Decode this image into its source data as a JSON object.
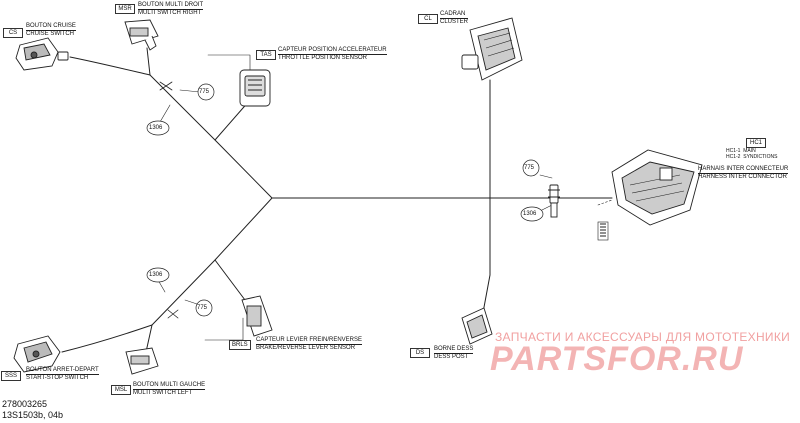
{
  "components": [
    {
      "key": "cs",
      "code": "CS",
      "fr": "BOUTON CRUISE",
      "en": "CRUISE SWITCH"
    },
    {
      "key": "msr",
      "code": "MSR",
      "fr": "BOUTON MULTI DROIT",
      "en": "MULTI SWITCH RIGHT"
    },
    {
      "key": "tas",
      "code": "TAS",
      "fr": "CAPTEUR POSITION ACCELERATEUR",
      "en": "THROTTLE POSITION SENSOR"
    },
    {
      "key": "cl",
      "code": "CL",
      "fr": "CADRAN",
      "en": "CLUSTER"
    },
    {
      "key": "hc1",
      "code": "HC1",
      "fr": "HARNAIS INTER CONNECTEUR",
      "en": "HARNESS INTER CONNECTOR"
    },
    {
      "key": "brls",
      "code": "BRLS",
      "fr": "CAPTEUR LEVIER FREIN/RENVERSE",
      "en": "BRAKE/REVERSE LEVER SENSOR"
    },
    {
      "key": "sss",
      "code": "SSS",
      "fr": "BOUTON ARRET-DEPART",
      "en": "START-STOP SWITCH"
    },
    {
      "key": "msl",
      "code": "MSL",
      "fr": "BOUTON MULTI GAUCHE",
      "en": "MULTI SWITCH LEFT"
    },
    {
      "key": "ds",
      "code": "DS",
      "fr": "BORNE DESS",
      "en": "DESS POST"
    }
  ],
  "hc1_table": [
    {
      "code": "HC1-1",
      "desc": "MAIN"
    },
    {
      "code": "HC1-2",
      "desc": "SYNDICTIONS"
    }
  ],
  "callouts": {
    "p1": "775",
    "p2": "1306",
    "p3": "775",
    "p4": "1306",
    "p5": "1306",
    "p6": "775"
  },
  "watermark": {
    "ru": "ЗАПЧАСТИ И АКСЕССУАРЫ ДЛЯ МОТОТЕХНИКИ",
    "brand": "PARTSFOR.RU"
  },
  "reference": {
    "line1": "278003265",
    "line2": "13S1503b, 04b"
  }
}
